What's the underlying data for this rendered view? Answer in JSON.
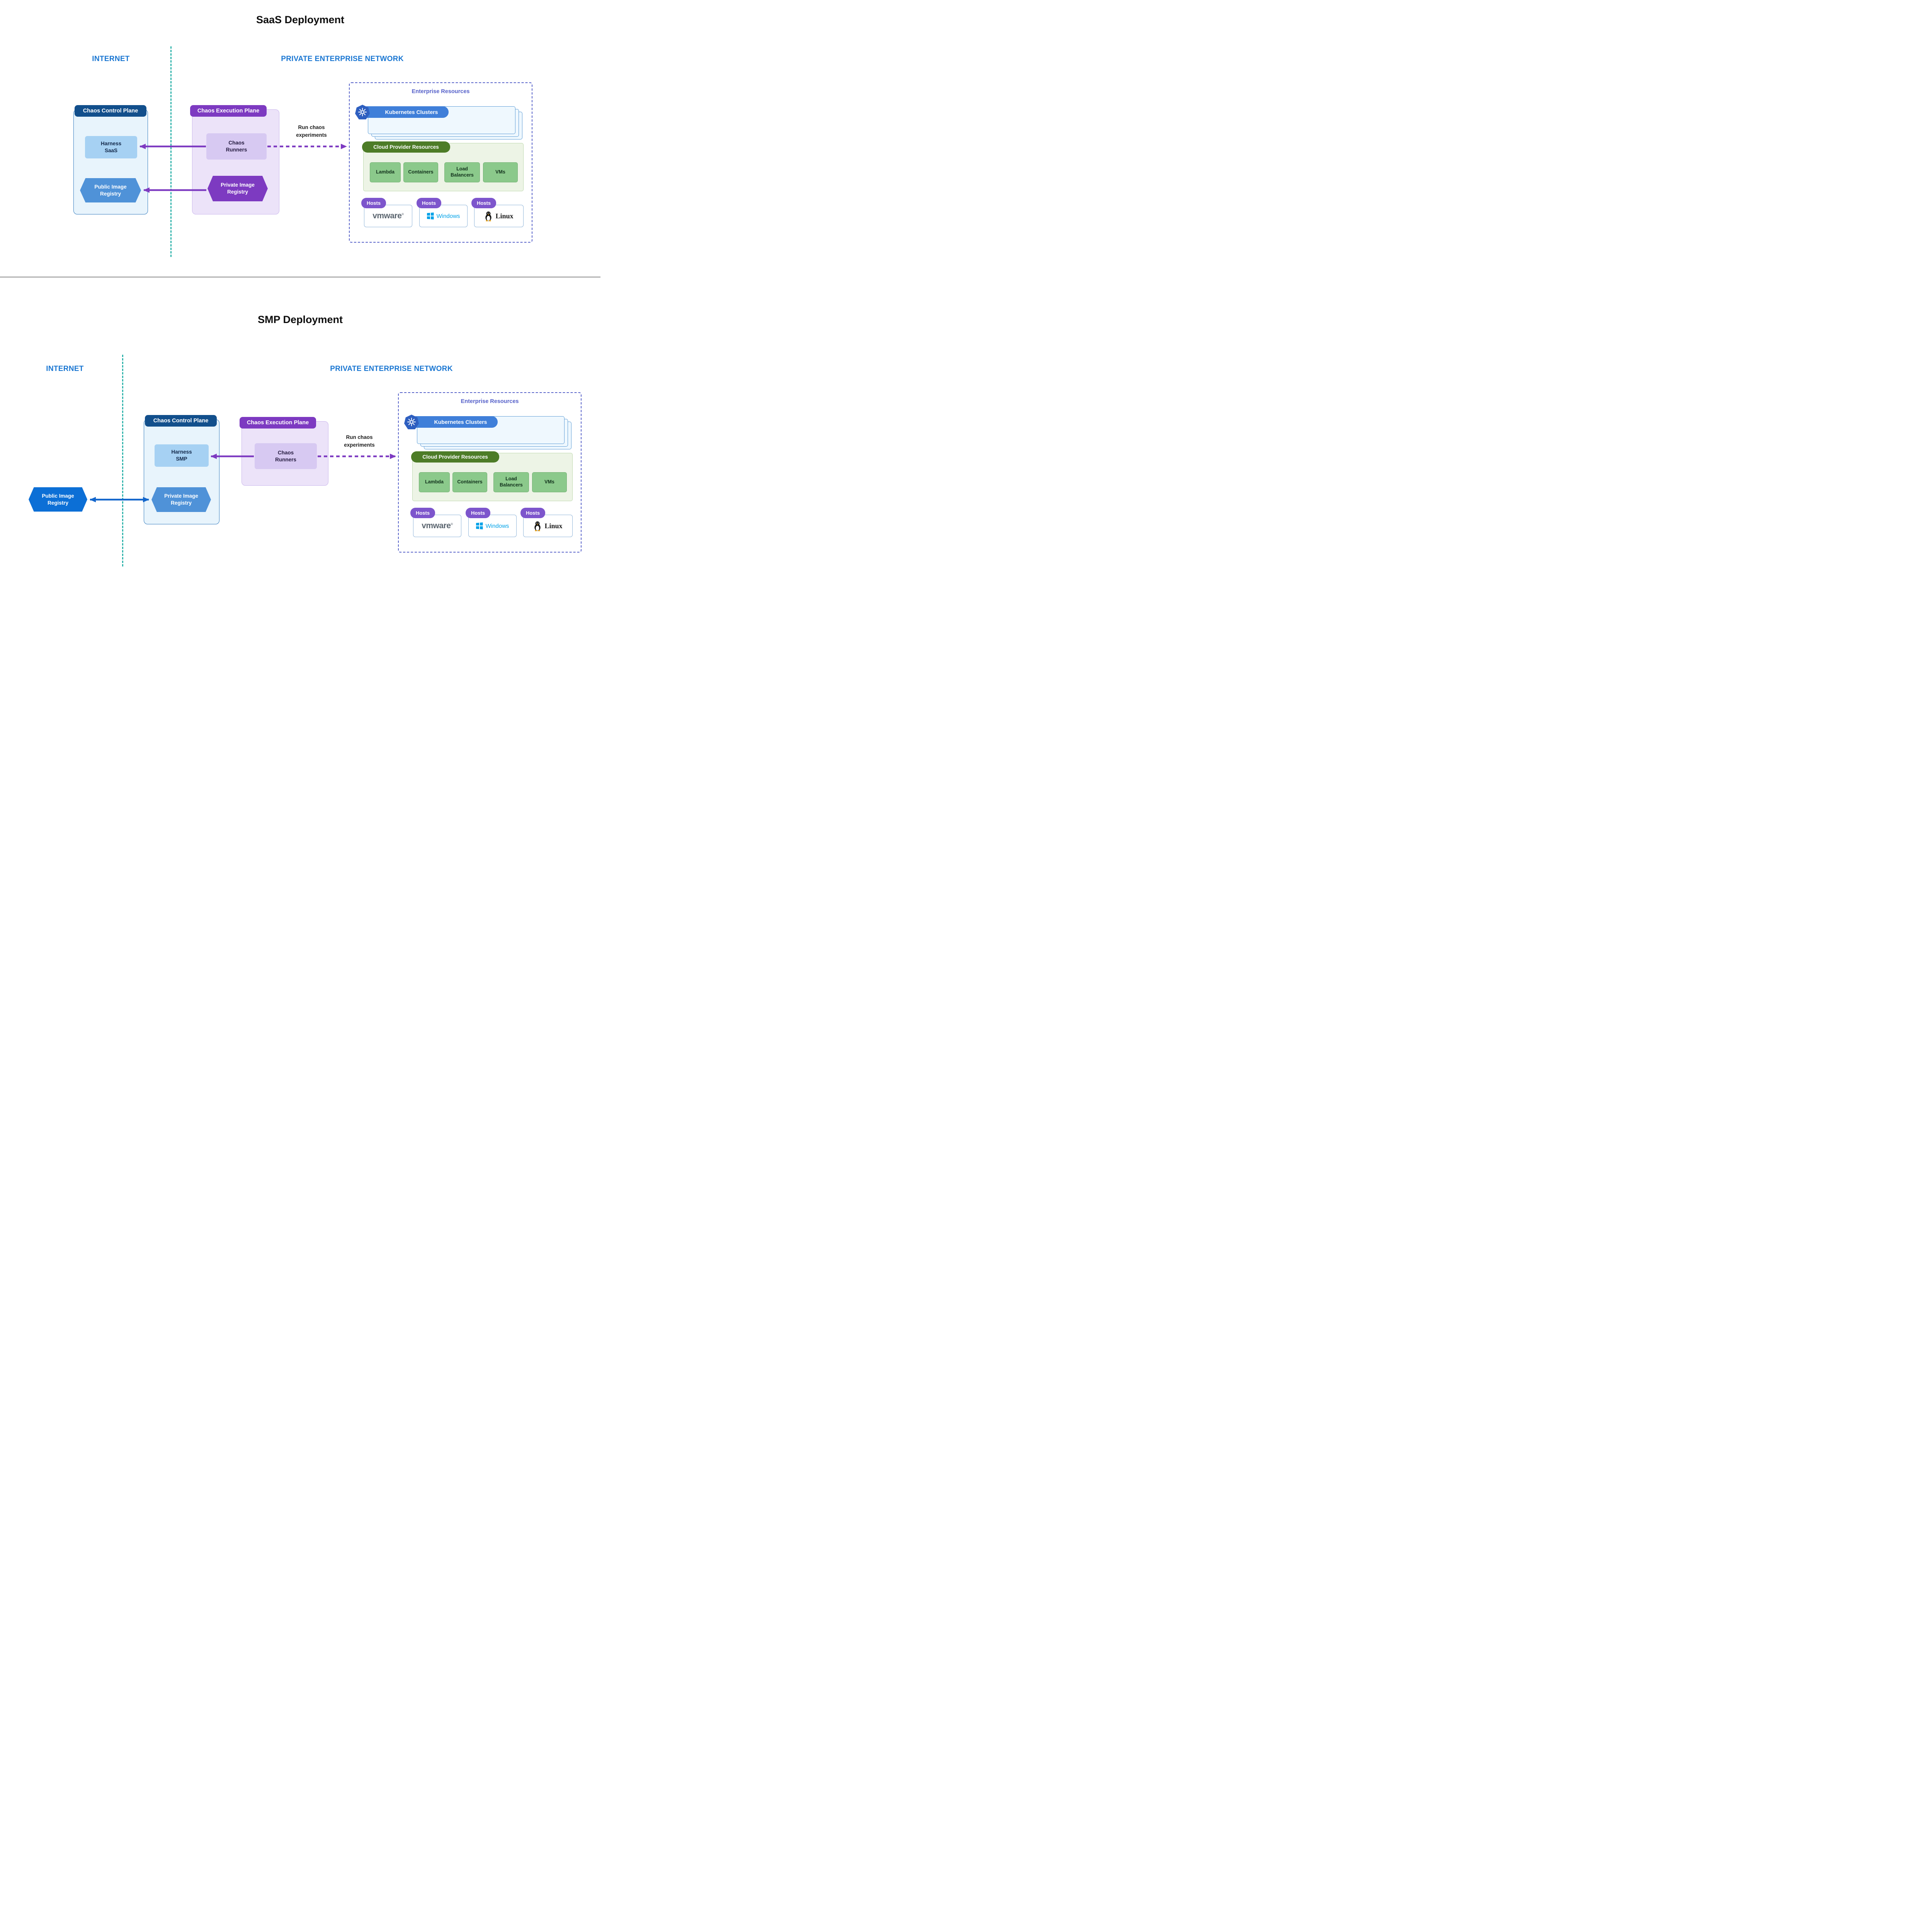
{
  "palette": {
    "zone_label_blue": "#1976d2",
    "teal_boundary": "#2cb2aa",
    "purple_accent": "#7d3ac1",
    "control_plane_header_blue": "#124f8c",
    "enterprise_border_indigo": "#5560c9",
    "cloud_green": "#4d7c27",
    "hosts_purple": "#7d55cc",
    "windows_blue": "#00a2e8",
    "bright_registry_blue": "#0c6fd6"
  },
  "saas": {
    "title": "SaaS Deployment",
    "zones": {
      "internet": "INTERNET",
      "private_network": "PRIVATE ENTERPRISE NETWORK"
    },
    "control_plane": {
      "header": "Chaos Control Plane",
      "harness_label": "Harness\nSaaS",
      "public_registry_label": "Public Image\nRegistry"
    },
    "execution_plane": {
      "header": "Chaos Execution Plane",
      "runners_label": "Chaos\nRunners",
      "private_registry_label": "Private Image\nRegistry"
    },
    "run_chaos_label": "Run chaos\nexperiments",
    "enterprise": {
      "title": "Enterprise Resources",
      "kubernetes_label": "Kubernetes Clusters",
      "cloud_label": "Cloud Provider Resources",
      "cloud_items": [
        "Lambda",
        "Containers",
        "Load\nBalancers",
        "VMs"
      ],
      "hosts_pill": "Hosts",
      "host_logos": {
        "vmware": "vmware",
        "vmware_reg": "®",
        "windows": "Windows",
        "linux": "Linux"
      }
    }
  },
  "smp": {
    "title": "SMP Deployment",
    "zones": {
      "internet": "INTERNET",
      "private_network": "PRIVATE ENTERPRISE NETWORK"
    },
    "internet_zone": {
      "public_registry_label": "Public Image\nRegistry"
    },
    "control_plane": {
      "header": "Chaos Control Plane",
      "harness_label": "Harness\nSMP",
      "private_registry_label": "Private Image\nRegistry"
    },
    "execution_plane": {
      "header": "Chaos Execution Plane",
      "runners_label": "Chaos\nRunners"
    },
    "run_chaos_label": "Run chaos\nexperiments",
    "enterprise": {
      "title": "Enterprise Resources",
      "kubernetes_label": "Kubernetes Clusters",
      "cloud_label": "Cloud Provider Resources",
      "cloud_items": [
        "Lambda",
        "Containers",
        "Load\nBalancers",
        "VMs"
      ],
      "hosts_pill": "Hosts",
      "host_logos": {
        "vmware": "vmware",
        "vmware_reg": "®",
        "windows": "Windows",
        "linux": "Linux"
      }
    }
  }
}
